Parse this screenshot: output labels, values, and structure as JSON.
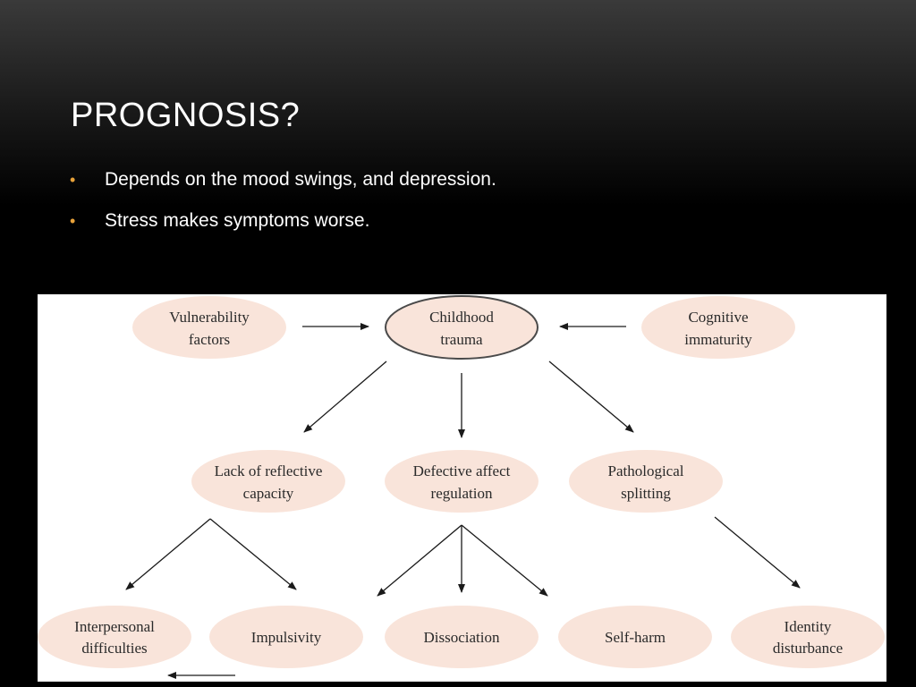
{
  "slide": {
    "title": "PROGNOSIS?",
    "bullets": [
      "Depends on the mood swings, and depression.",
      "Stress makes symptoms worse."
    ]
  },
  "colors": {
    "bullet": "#e8a23a",
    "node_fill": "#f9e4da",
    "arrow": "#1a1a1a"
  },
  "diagram": {
    "nodes": {
      "vulnerability": {
        "line1": "Vulnerability",
        "line2": "factors"
      },
      "childhood": {
        "line1": "Childhood",
        "line2": "trauma"
      },
      "cognitive": {
        "line1": "Cognitive",
        "line2": "immaturity"
      },
      "reflective": {
        "line1": "Lack of reflective",
        "line2": "capacity"
      },
      "affect": {
        "line1": "Defective affect",
        "line2": "regulation"
      },
      "splitting": {
        "line1": "Pathological",
        "line2": "splitting"
      },
      "interpersonal": {
        "line1": "Interpersonal",
        "line2": "difficulties"
      },
      "impulsivity": {
        "line1": "Impulsivity"
      },
      "dissociation": {
        "line1": "Dissociation"
      },
      "selfharm": {
        "line1": "Self-harm"
      },
      "identity": {
        "line1": "Identity",
        "line2": "disturbance"
      }
    }
  }
}
